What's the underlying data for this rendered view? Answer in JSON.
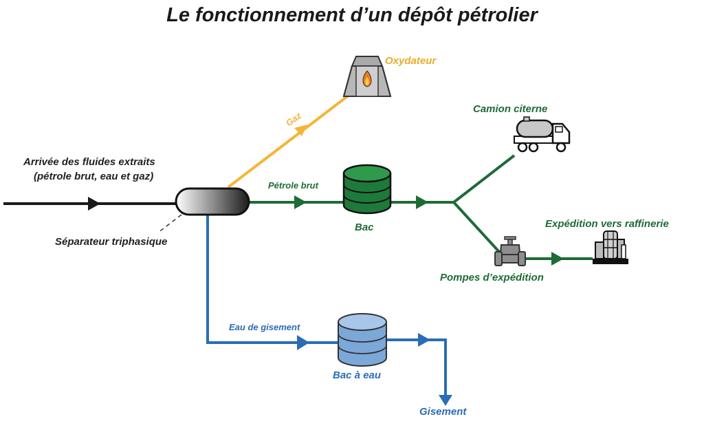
{
  "title": "Le fonctionnement d’un dépôt pétrolier",
  "colors": {
    "black": "#1a1a1a",
    "green": "#1e6b36",
    "blue": "#2a6db5",
    "orange": "#f5b53a",
    "gray": "#8e8e8e"
  },
  "labels": {
    "inlet_line1": "Arrivée des fluides extraits",
    "inlet_line2": "(pétrole brut, eau et gaz)",
    "separator": "Séparateur triphasique",
    "gas": "Gaz",
    "oxidizer": "Oxydateur",
    "crude_oil": "Pétrole brut",
    "tank": "Bac",
    "tanker_truck": "Camion citerne",
    "shipping_pumps": "Pompes d’expédition",
    "refinery_shipping": "Expédition vers raffinerie",
    "reservoir_water": "Eau de gisement",
    "water_tank": "Bac à eau",
    "reservoir": "Gisement"
  },
  "icons": {
    "oxidizer": "flare-stack-icon",
    "tank": "storage-tank-icon",
    "truck": "tanker-truck-icon",
    "pump": "pump-valve-icon",
    "refinery": "refinery-icon",
    "water_tank": "water-tank-icon"
  }
}
